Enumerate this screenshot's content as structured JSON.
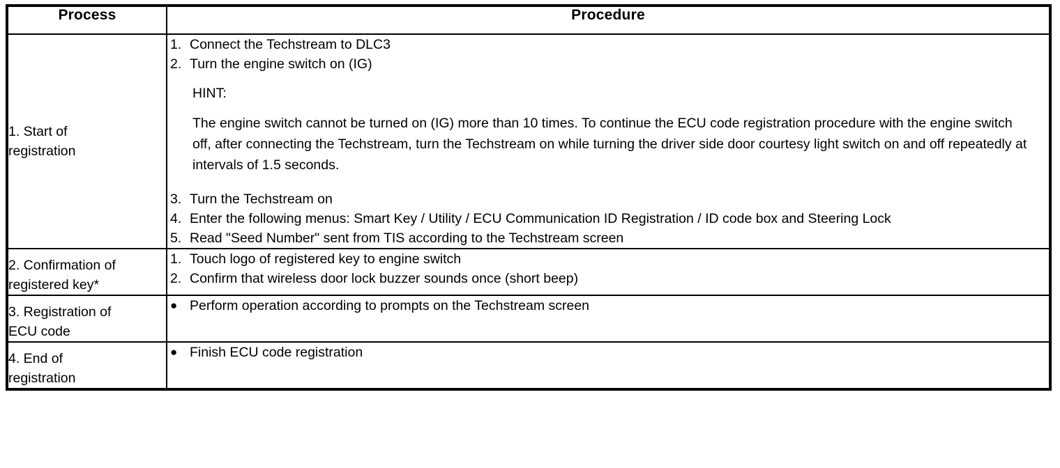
{
  "table": {
    "headers": {
      "process": "Process",
      "procedure": "Procedure"
    },
    "rows": [
      {
        "process": {
          "line1": "1. Start of",
          "line2": "registration"
        },
        "steps_before_hint": [
          {
            "num": "1.",
            "text": "Connect the Techstream to DLC3"
          },
          {
            "num": "2.",
            "text": "Turn the engine switch on (IG)"
          }
        ],
        "hint": {
          "label": "HINT:",
          "body": "The engine switch cannot be turned on (IG) more than 10 times. To continue the ECU code registration procedure with the engine switch off, after connecting the Techstream, turn the Techstream on while turning the driver side door courtesy light switch on and off repeatedly at intervals of 1.5 seconds."
        },
        "steps_after_hint": [
          {
            "num": "3.",
            "text": "Turn the Techstream on"
          },
          {
            "num": "4.",
            "text": "Enter the following menus: Smart Key / Utility / ECU Communication ID Registration / ID code box and Steering Lock"
          },
          {
            "num": "5.",
            "text": "Read \"Seed Number\" sent from TIS according to the Techstream screen"
          }
        ]
      },
      {
        "process": {
          "line1": "2. Confirmation of",
          "line2": "registered key*"
        },
        "steps": [
          {
            "num": "1.",
            "text": "Touch logo of registered key to engine switch"
          },
          {
            "num": "2.",
            "text": "Confirm that wireless door lock buzzer sounds once (short beep)"
          }
        ]
      },
      {
        "process": {
          "line1": "3. Registration of",
          "line2": "ECU code"
        },
        "bullets": [
          {
            "marker": "●",
            "text": "Perform operation according to prompts on the Techstream screen"
          }
        ]
      },
      {
        "process": {
          "line1": "4. End of",
          "line2": "registration"
        },
        "bullets": [
          {
            "marker": "●",
            "text": "Finish ECU code registration"
          }
        ]
      }
    ]
  },
  "colors": {
    "border": "#000000",
    "text": "#000000",
    "background": "#ffffff"
  }
}
